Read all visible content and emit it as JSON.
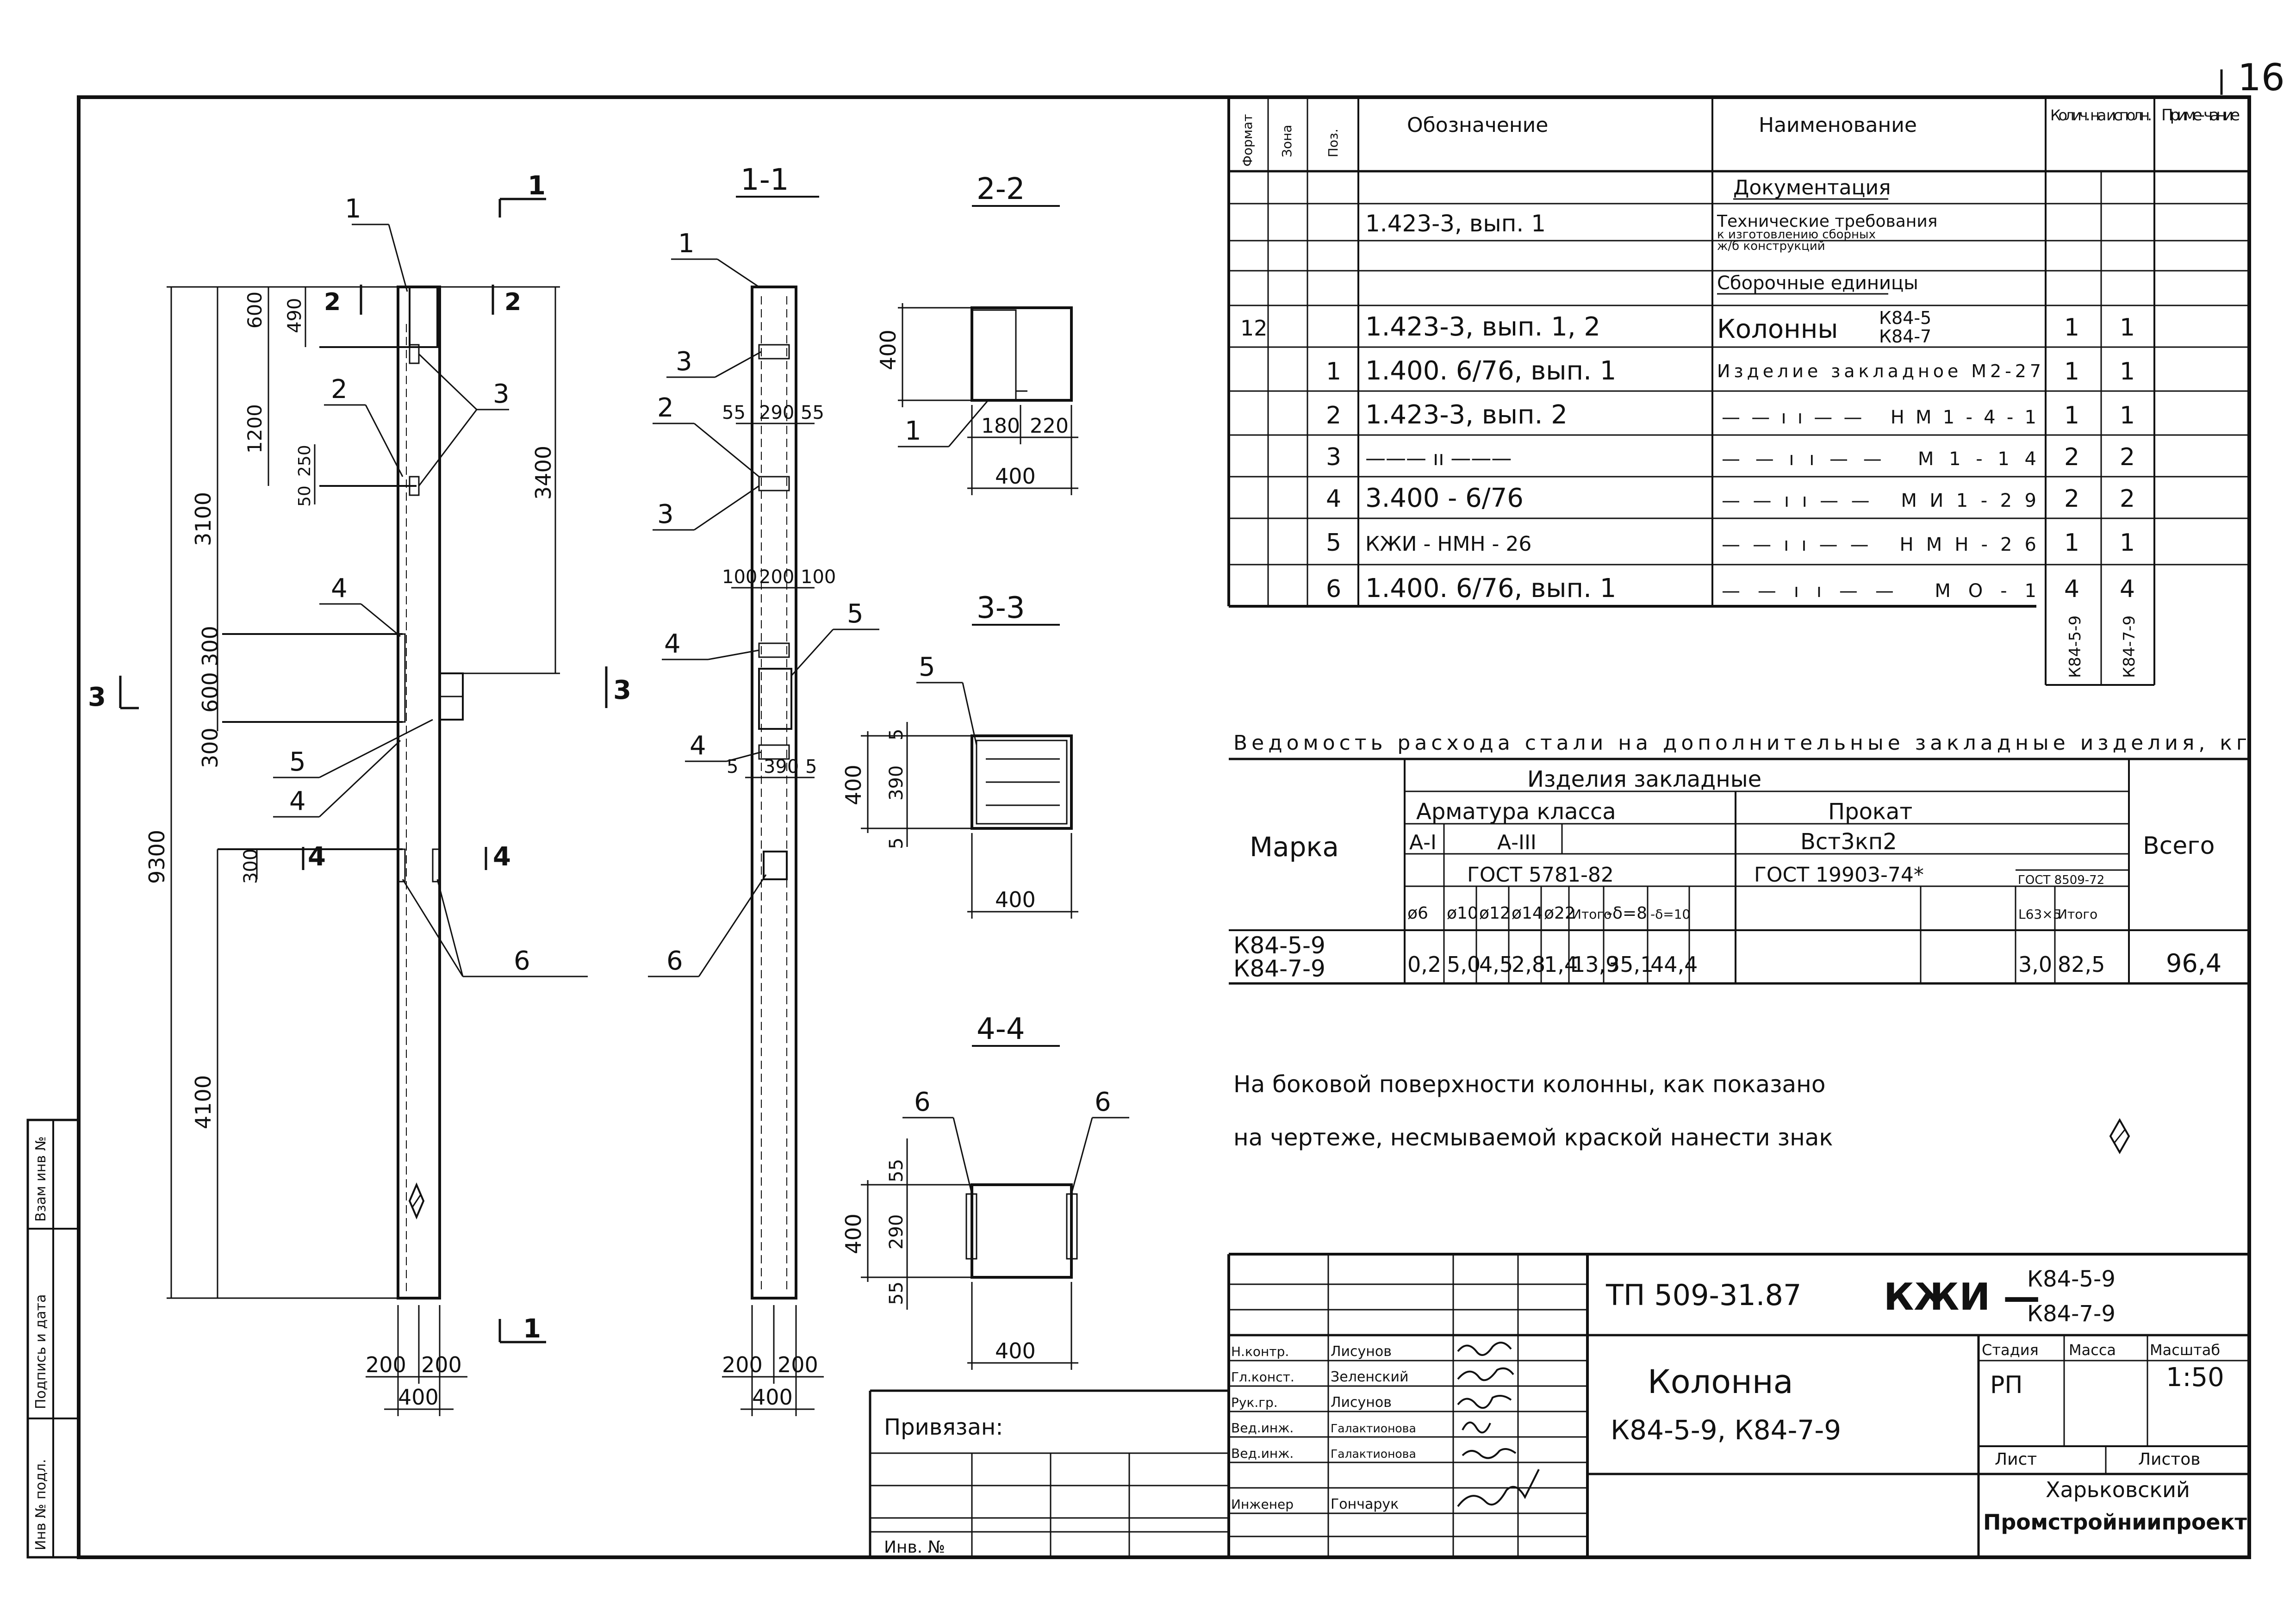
{
  "sheet": {
    "number": "16"
  },
  "side_stamp": [
    "Инв № подл.",
    "Подпись и дата",
    "Взам инв №"
  ],
  "drawing": {
    "col_dims": {
      "d600": "600",
      "d490": "490",
      "d1200": "1200",
      "d250": "250",
      "d50": "50",
      "d3100": "3100",
      "d3400": "3400",
      "d300a": "300",
      "d600b": "600",
      "d300b": "300",
      "d9300": "9300",
      "d300c": "300",
      "d4100": "4100",
      "d200l": "200",
      "d200r": "200",
      "d400": "400"
    },
    "col_marks": {
      "m1": "1",
      "m2": "2",
      "m3": "3",
      "m4": "4",
      "m5": "5",
      "m6": "6"
    },
    "cut_marks": {
      "c1": "1",
      "c2": "2",
      "c3": "3",
      "c4": "4"
    },
    "sec11": {
      "title": "1-1",
      "dims": {
        "a": "55",
        "b": "290",
        "c": "55",
        "d": "100",
        "e": "200",
        "f": "100",
        "g": "5",
        "h": "390",
        "i": "5",
        "j": "200",
        "k": "200",
        "l": "400"
      },
      "marks": {
        "m1": "1",
        "m3a": "3",
        "m2": "2",
        "m3b": "3",
        "m4a": "4",
        "m5": "5",
        "m4b": "4",
        "m6": "6"
      }
    },
    "sec22": {
      "title": "2-2",
      "dims": {
        "h": "400",
        "a": "180",
        "b": "220",
        "w": "400"
      },
      "mark": "1"
    },
    "sec33": {
      "title": "3-3",
      "dims": {
        "a": "5",
        "b": "390",
        "c": "5",
        "h": "400",
        "w": "400"
      },
      "mark": "5"
    },
    "sec44": {
      "title": "4-4",
      "dims": {
        "a": "55",
        "b": "290",
        "c": "55",
        "h": "400",
        "w": "400"
      },
      "mark_l": "6",
      "mark_r": "6"
    }
  },
  "spec": {
    "headers": {
      "format": "Формат",
      "zone": "Зона",
      "pos": "Поз.",
      "designation": "Обозначение",
      "name": "Наименование",
      "qty": "Колич. на исполн.",
      "note": "Приме- чание"
    },
    "sections": {
      "docs": "Документация",
      "assemblies": "Сборочные единицы"
    },
    "doc_row": {
      "designation": "1.423-3, вып. 1",
      "name_l1": "Технические требования",
      "name_l2": "к изготовлению сборных",
      "name_l3": "ж/б конструкций"
    },
    "rows": [
      {
        "format": "12",
        "pos": "",
        "designation": "1.423-3, вып. 1, 2",
        "name": "Колонны",
        "name_sub": [
          "К84-5",
          "К84-7"
        ],
        "q1": "1",
        "q2": "1"
      },
      {
        "format": "",
        "pos": "1",
        "designation": "1.400. 6/76, вып. 1",
        "name": "Изделие закладное М2-27",
        "name_sub": [],
        "q1": "1",
        "q2": "1"
      },
      {
        "format": "",
        "pos": "2",
        "designation": "1.423-3, вып. 2",
        "name": "——ıı—— НМ1-4-1",
        "name_sub": [],
        "q1": "1",
        "q2": "1"
      },
      {
        "format": "",
        "pos": "3",
        "designation": "——— ıı ———",
        "name": "——ıı—— М1-14",
        "name_sub": [],
        "q1": "2",
        "q2": "2"
      },
      {
        "format": "",
        "pos": "4",
        "designation": "3.400 - 6/76",
        "name": "——ıı—— МИ1-29",
        "name_sub": [],
        "q1": "2",
        "q2": "2"
      },
      {
        "format": "",
        "pos": "5",
        "designation": "КЖИ - НМН - 26",
        "name": "——ıı—— НМН-26",
        "name_sub": [],
        "q1": "1",
        "q2": "1"
      },
      {
        "format": "",
        "pos": "6",
        "designation": "1.400. 6/76, вып. 1",
        "name": "——ıı—— МО-1",
        "name_sub": [],
        "q1": "4",
        "q2": "4"
      }
    ],
    "variants": [
      "К84-5-9",
      "К84-7-9"
    ]
  },
  "steel": {
    "title": "Ведомость расхода стали на дополнительные закладные изделия, кг",
    "h_group": "Изделия закладные",
    "h_rebar": "Арматура класса",
    "h_rolled": "Прокат",
    "h_a1": "А-I",
    "h_a3": "А-III",
    "h_gost1": "ГОСТ 5781-82",
    "h_vst": "Вст3кп2",
    "h_gost2": "ГОСТ 19903-74*",
    "h_gost3": "ГОСТ 8509-72",
    "h_mark": "Марка",
    "h_total": "Всего",
    "cols": [
      "ø6",
      "ø10",
      "ø12",
      "ø14",
      "ø22",
      "Итого",
      "-δ=8",
      "-δ=10",
      "",
      "",
      "L63×5",
      "Итого"
    ],
    "mark1": "К84-5-9",
    "mark2": "К84-7-9",
    "vals": [
      "0,2",
      "5,0",
      "4,5",
      "2,8",
      "1,4",
      "13,9",
      "35,1",
      "44,4",
      "",
      "",
      "3,0",
      "82,5"
    ],
    "total": "96,4"
  },
  "note": {
    "line1": "На боковой поверхности колонны, как показано",
    "line2": "на чертеже, несмываемой краской нанести знак"
  },
  "title_block": {
    "code": "ТП 509-31.87",
    "series": "КЖИ —",
    "marks": [
      "К84-5-9",
      "К84-7-9"
    ],
    "name": "Колонна",
    "name_sub": "К84-5-9, К84-7-9",
    "stage_h": "Стадия",
    "mass_h": "Масса",
    "scale_h": "Масштаб",
    "stage": "РП",
    "scale": "1:50",
    "sheet_h": "Лист",
    "sheets_h": "Листов",
    "org1": "Харьковский",
    "org2": "Промстройниипроект",
    "roles": [
      "Н.контр.",
      "Гл.конст.",
      "Рук.гр.",
      "Вед.инж.",
      "Вед.инж.",
      "",
      "Инженер"
    ],
    "people": [
      "Лисунов",
      "Зеленский",
      "Лисунов",
      "Галактионова",
      "Галактионова",
      "",
      "Гончарук"
    ],
    "binding": "Привязан:",
    "inv": "Инв. №"
  }
}
